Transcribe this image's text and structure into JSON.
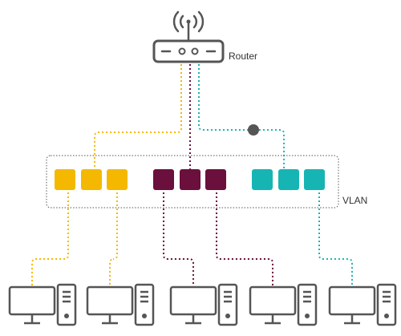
{
  "router": {
    "label": "Router"
  },
  "vlan": {
    "label": "VLAN"
  },
  "colors": {
    "yellow": "#f5b800",
    "purple": "#6b0f3c",
    "teal": "#17b4b4",
    "device": "#555555",
    "vlan_border": "#555555"
  },
  "port_groups": [
    {
      "color": "yellow",
      "ports": 3
    },
    {
      "color": "purple",
      "ports": 3
    },
    {
      "color": "teal",
      "ports": 3
    }
  ],
  "computers": 5
}
